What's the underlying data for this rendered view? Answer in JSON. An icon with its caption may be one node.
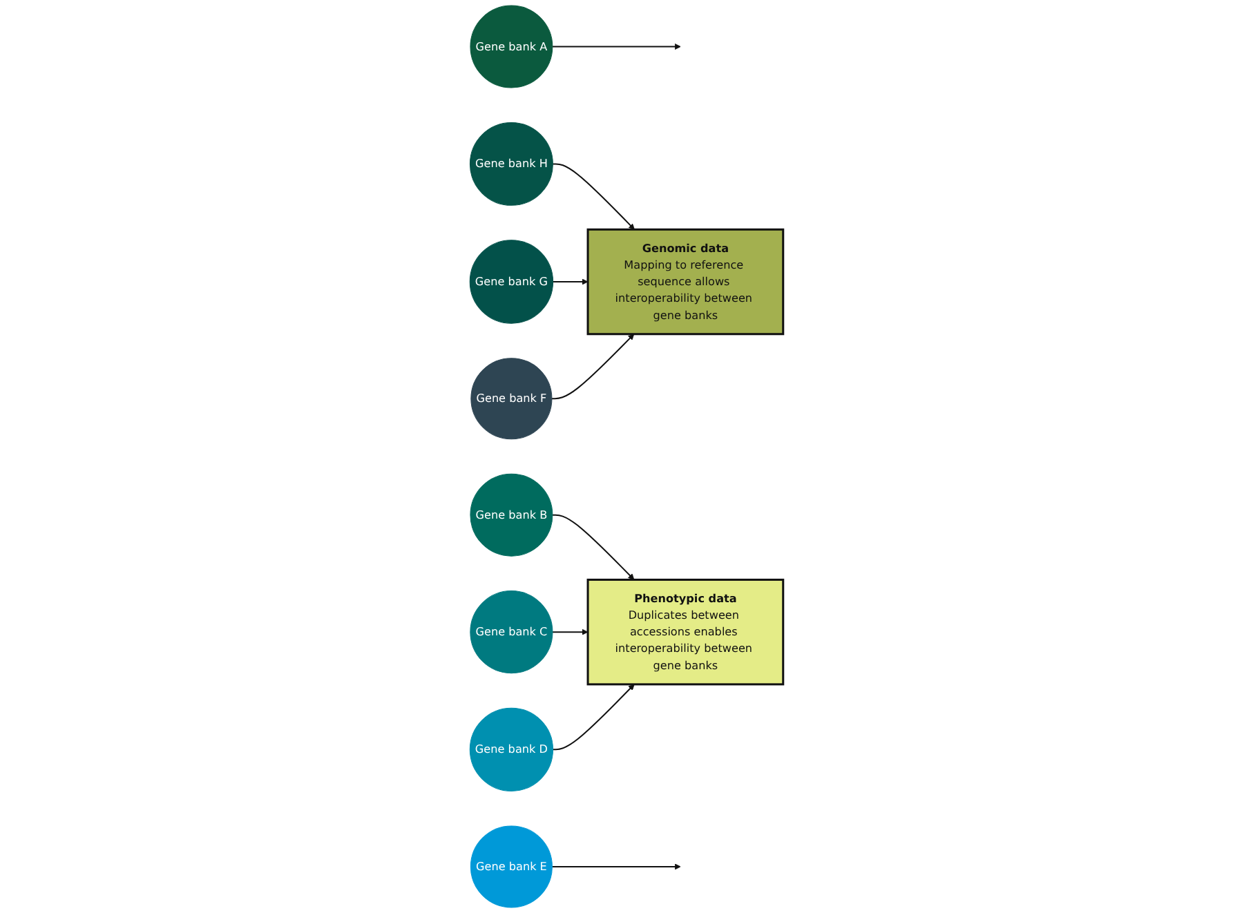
{
  "diagram": {
    "nodes": [
      {
        "text": [
          "Gene bank A"
        ]
      },
      {
        "text": [
          "Gene bank H"
        ]
      },
      {
        "text": [
          "Gene bank B"
        ]
      },
      {
        "text": [
          "Genomic data",
          "Mapping to reference sequence allows interoperability between gene banks"
        ]
      },
      {
        "text": [
          "Phenotypic data",
          "Duplicates between accessions enables interoperability between gene banks"
        ]
      },
      {
        "text": [
          "Gene bank G"
        ]
      },
      {
        "text": [
          "Gene bank C"
        ]
      },
      {
        "text": [
          "Gene bank F"
        ]
      },
      {
        "text": [
          "Gene bank D"
        ]
      },
      {
        "text": [
          "Gene bank E"
        ]
      }
    ],
    "edges": [
      {
        "from": 0,
        "to": null,
        "arrow": "to"
      },
      {
        "from": 1,
        "to": 3,
        "arrow": "to"
      },
      {
        "from": 2,
        "to": 4,
        "arrow": "to"
      },
      {
        "from": 5,
        "to": 3,
        "arrow": "to"
      },
      {
        "from": 6,
        "to": 4,
        "arrow": "to"
      },
      {
        "from": 7,
        "to": 3,
        "arrow": "to"
      },
      {
        "from": 8,
        "to": 4,
        "arrow": "to"
      },
      {
        "from": 9,
        "to": null,
        "arrow": "to"
      }
    ]
  }
}
